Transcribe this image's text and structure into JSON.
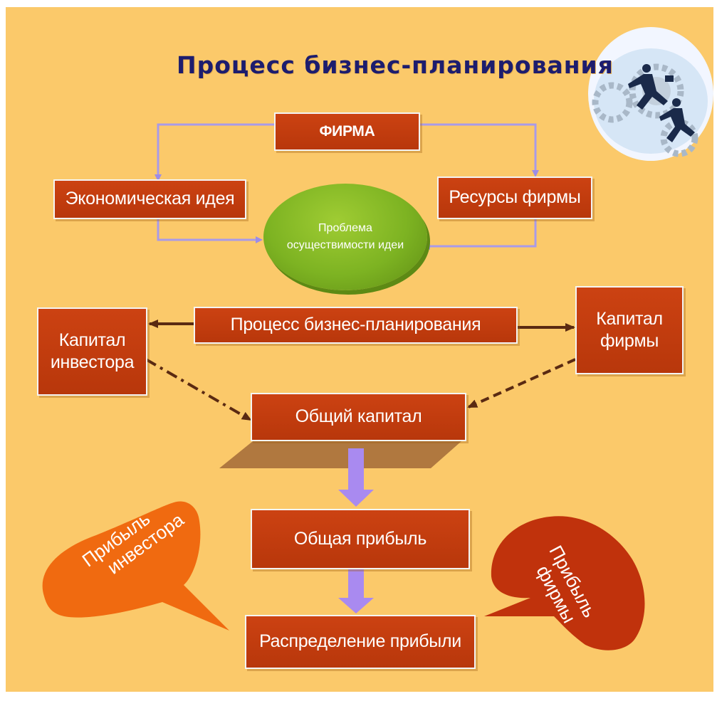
{
  "title": "Процесс бизнес-планирования",
  "nodes": {
    "firma": "ФИРМА",
    "econ_idea": "Экономическая идея",
    "resources": "Ресурсы фирмы",
    "problem_line1": "Проблема",
    "problem_line2": "осуществимости идеи",
    "process": "Процесс бизнес-планирования",
    "investor_capital_line1": "Капитал",
    "investor_capital_line2": "инвестора",
    "firm_capital_line1": "Капитал",
    "firm_capital_line2": "фирмы",
    "total_capital": "Общий капитал",
    "total_profit": "Общая прибыль",
    "distribution": "Распределение прибыли"
  },
  "bubbles": {
    "investor_profit_line1": "Прибыль",
    "investor_profit_line2": "инвестора",
    "firm_profit_line1": "Прибыль",
    "firm_profit_line2": "фирмы"
  },
  "colors": {
    "background": "#fbc96a",
    "box": "#c13e10",
    "ellipse": "#7db322",
    "title": "#1d1d6e",
    "connector": "#a99ae8",
    "big_arrow": "#a98af0",
    "capital_arrow": "#5a2a12",
    "investor_bubble": "#f06a10",
    "firm_bubble": "#c0320c"
  },
  "icons": [
    "business-people-gears-icon"
  ]
}
